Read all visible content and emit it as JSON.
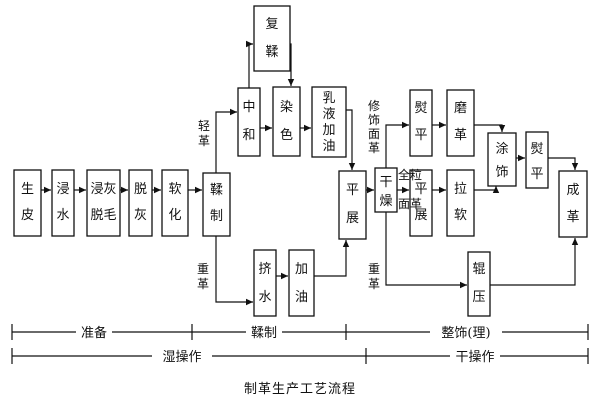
{
  "nodes": [
    {
      "id": "shengpi",
      "lines": [
        "生",
        "皮"
      ]
    },
    {
      "id": "jinshui",
      "lines": [
        "浸",
        "水"
      ]
    },
    {
      "id": "jinhui",
      "lines": [
        "浸灰",
        "脱毛"
      ]
    },
    {
      "id": "tuohui",
      "lines": [
        "脱",
        "灰"
      ]
    },
    {
      "id": "ruanhua",
      "lines": [
        "软",
        "化"
      ]
    },
    {
      "id": "rouzhi",
      "lines": [
        "鞣",
        "制"
      ]
    },
    {
      "id": "zhonghe",
      "lines": [
        "中",
        "和"
      ]
    },
    {
      "id": "furou",
      "lines": [
        "复",
        "鞣"
      ]
    },
    {
      "id": "ranse",
      "lines": [
        "染",
        "色"
      ]
    },
    {
      "id": "ruye",
      "lines": [
        "乳",
        "液",
        "加",
        "油"
      ]
    },
    {
      "id": "pingzhan1",
      "lines": [
        "平",
        "展"
      ]
    },
    {
      "id": "ganzao",
      "lines": [
        "干",
        "燥"
      ]
    },
    {
      "id": "yunping1",
      "lines": [
        "熨",
        "平"
      ]
    },
    {
      "id": "mo",
      "lines": [
        "磨",
        "革"
      ]
    },
    {
      "id": "pingzhan2",
      "lines": [
        "平",
        "展"
      ]
    },
    {
      "id": "laruan",
      "lines": [
        "拉",
        "软"
      ]
    },
    {
      "id": "tushi",
      "lines": [
        "涂",
        "饰"
      ]
    },
    {
      "id": "yunping2",
      "lines": [
        "熨",
        "平"
      ]
    },
    {
      "id": "chengge",
      "lines": [
        "成",
        "革"
      ]
    },
    {
      "id": "jishui",
      "lines": [
        "挤",
        "水"
      ]
    },
    {
      "id": "jiayou",
      "lines": [
        "加",
        "油"
      ]
    },
    {
      "id": "gunya",
      "lines": [
        "辊",
        "压"
      ]
    }
  ],
  "edge_labels": {
    "qingge": [
      "轻",
      "革"
    ],
    "zhongge1": [
      "重",
      "革"
    ],
    "zhongge2": [
      "重",
      "革"
    ],
    "xiushi": [
      "修",
      "饰",
      "面",
      "革"
    ],
    "quanli": [
      "全粒",
      "面革"
    ]
  },
  "phases_row1": [
    "准备",
    "鞣制",
    "整饰(理)"
  ],
  "phases_row2": [
    "湿操作",
    "干操作"
  ],
  "caption": "制革生产工艺流程"
}
